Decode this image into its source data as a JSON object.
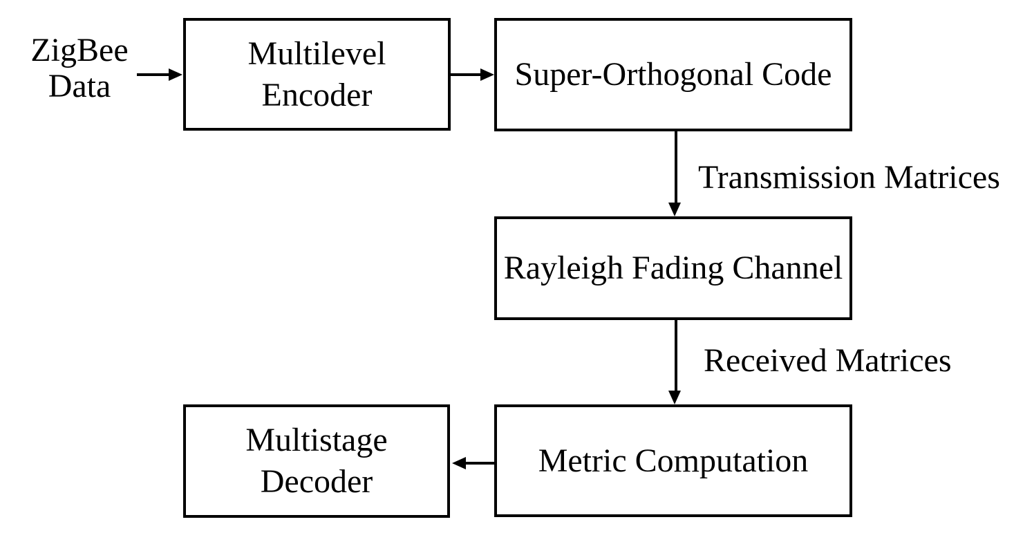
{
  "diagram": {
    "nodes": {
      "zigbee_data": {
        "line1": "ZigBee",
        "line2": "Data"
      },
      "multilevel_encoder": {
        "line1": "Multilevel",
        "line2": "Encoder"
      },
      "super_orthogonal_code": {
        "label": "Super-Orthogonal Code"
      },
      "rayleigh_fading_channel": {
        "label": "Rayleigh Fading Channel"
      },
      "metric_computation": {
        "label": "Metric Computation"
      },
      "multistage_decoder": {
        "line1": "Multistage",
        "line2": "Decoder"
      }
    },
    "edge_labels": {
      "transmission_matrices": "Transmission Matrices",
      "received_matrices": "Received Matrices"
    },
    "colors": {
      "background": "#ffffff",
      "stroke": "#000000",
      "text": "#000000"
    }
  }
}
